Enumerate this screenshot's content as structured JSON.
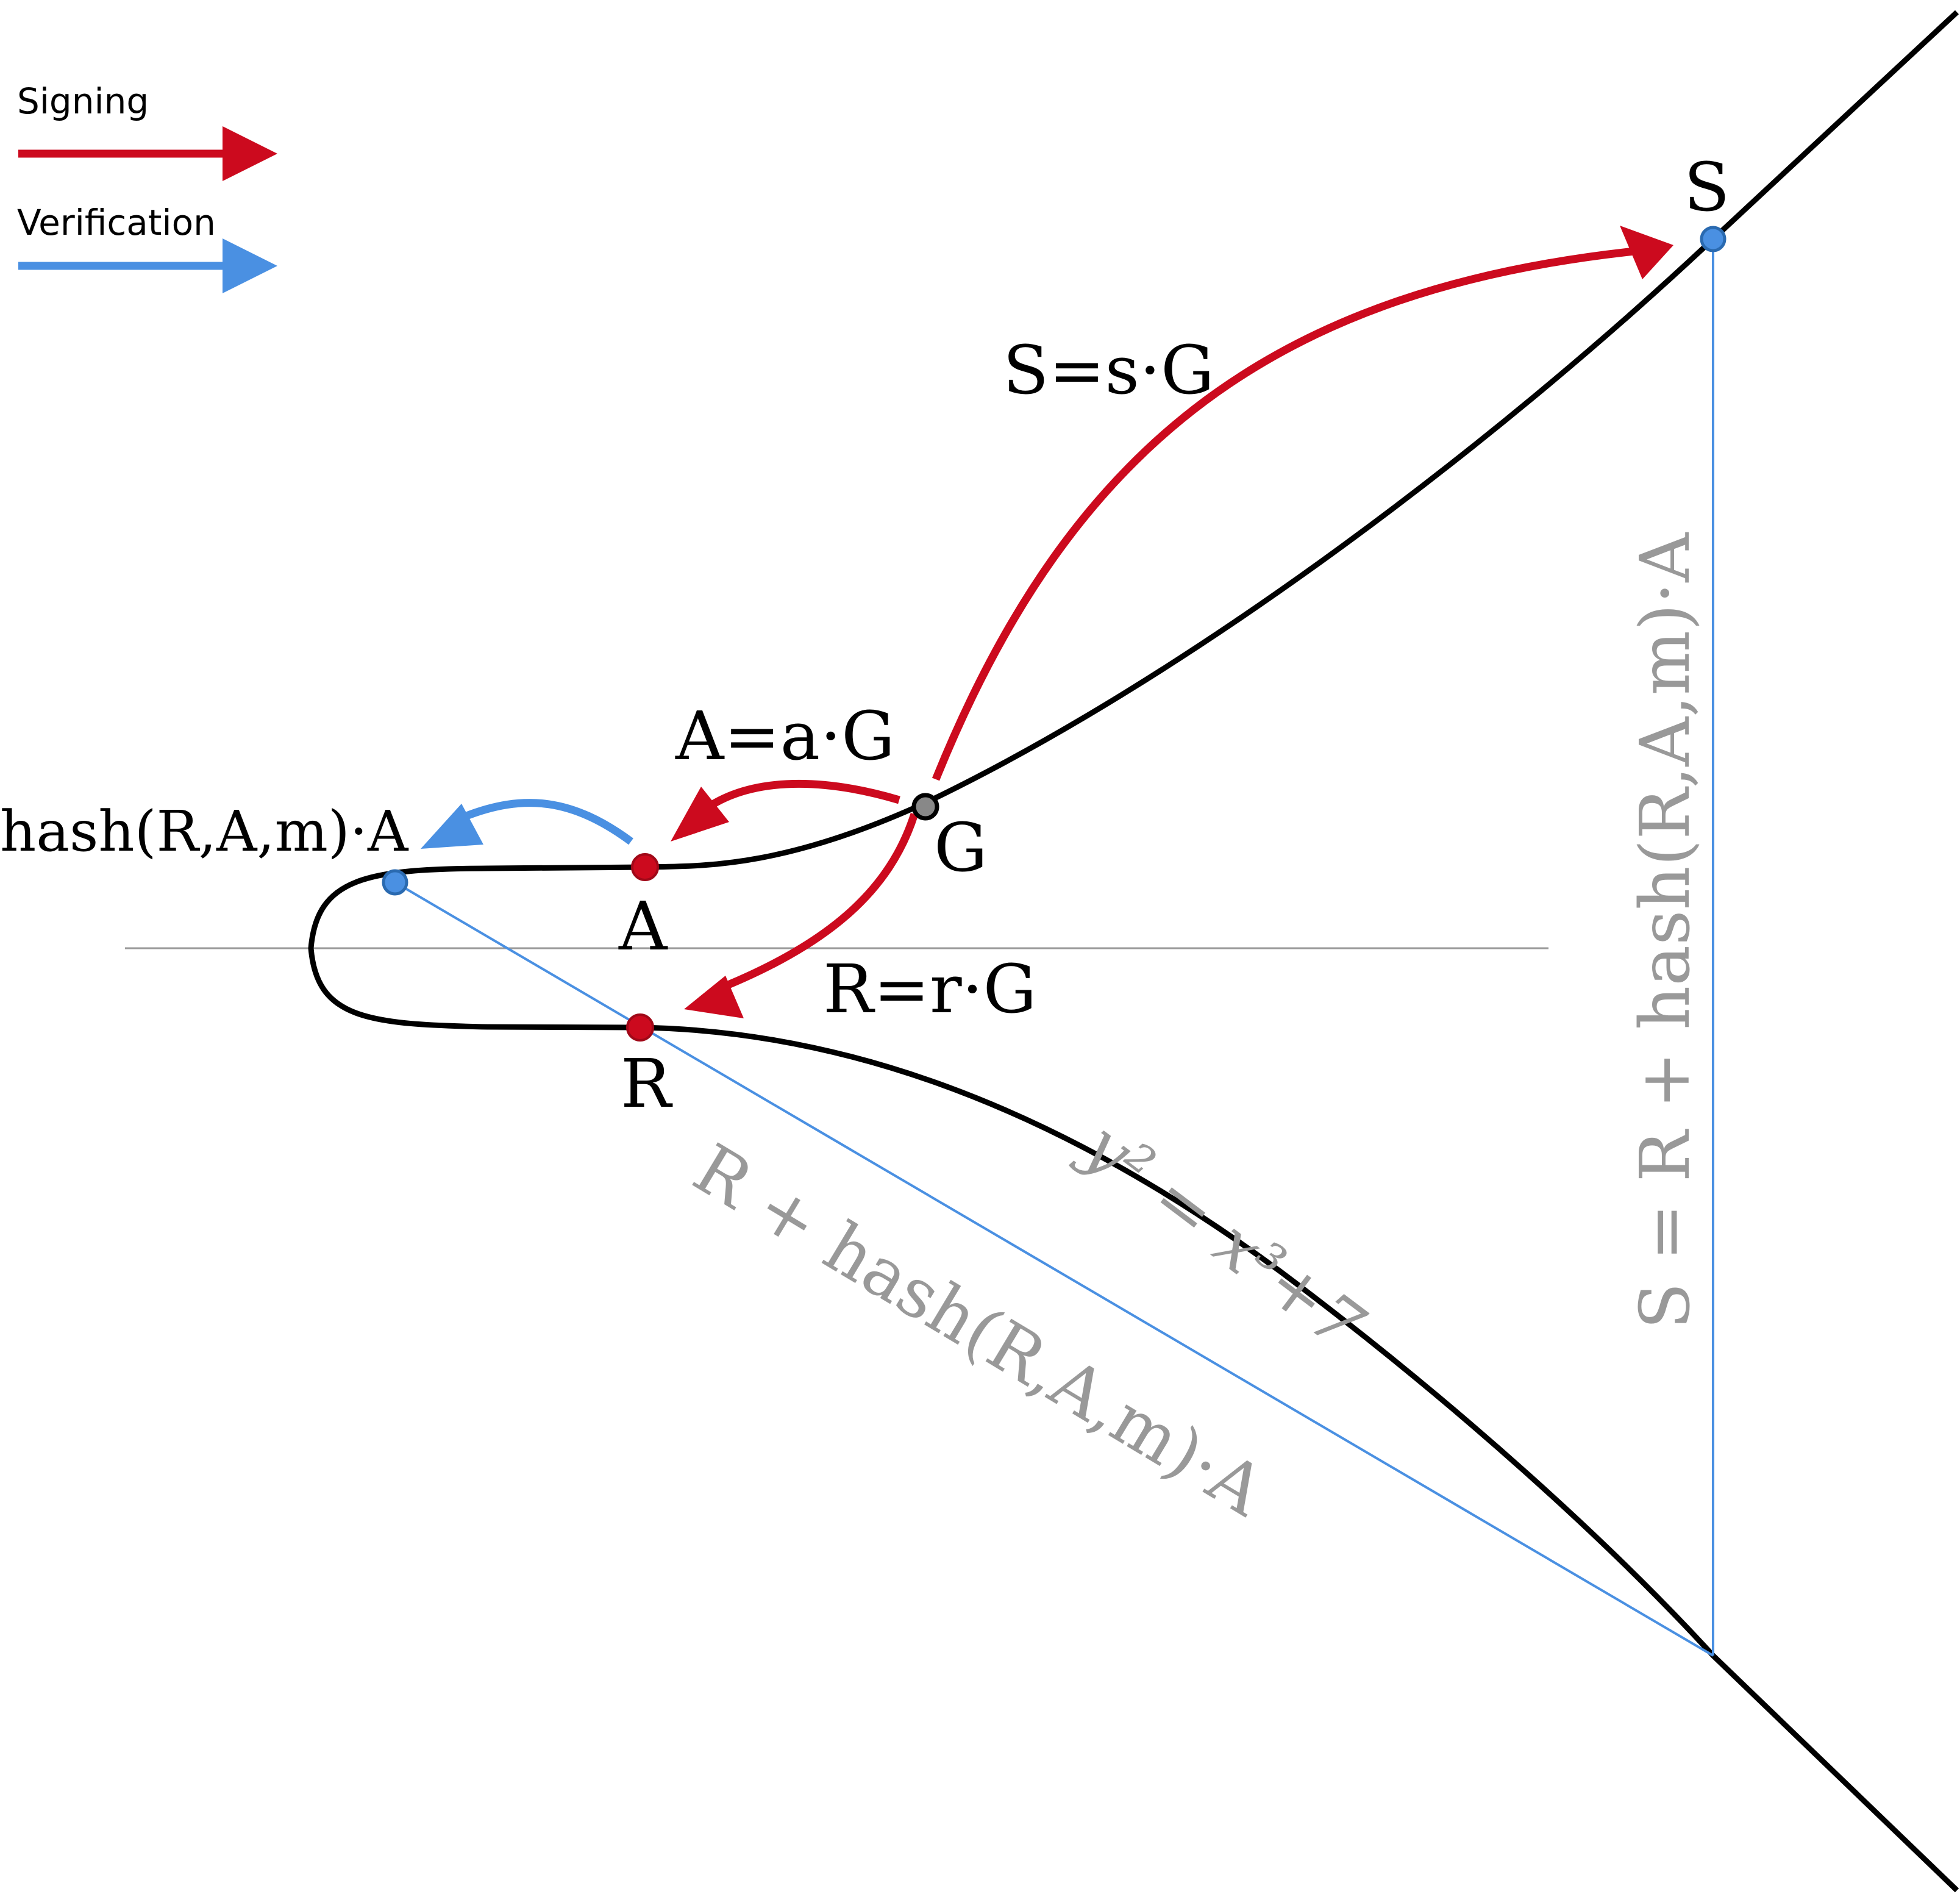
{
  "legend": {
    "signing_label": "Signing",
    "verification_label": "Verification"
  },
  "colors": {
    "signing": "#cc0a1e",
    "verification": "#4a90e2",
    "curve": "#000000",
    "annotation_gray": "#999999",
    "axis": "#999999"
  },
  "points": {
    "S": "S",
    "G": "G",
    "A": "A",
    "R": "R"
  },
  "equations": {
    "s_eq": "S=s·G",
    "a_eq": "A=a·G",
    "r_eq": "R=r·G",
    "hash_point": "hash(R,A,m)·A",
    "curve_eq": "y² = x³+7",
    "sum_line": "R + hash(R,A,m)·A",
    "verify_eq": "S = R + hash(R,A,m)·A"
  }
}
